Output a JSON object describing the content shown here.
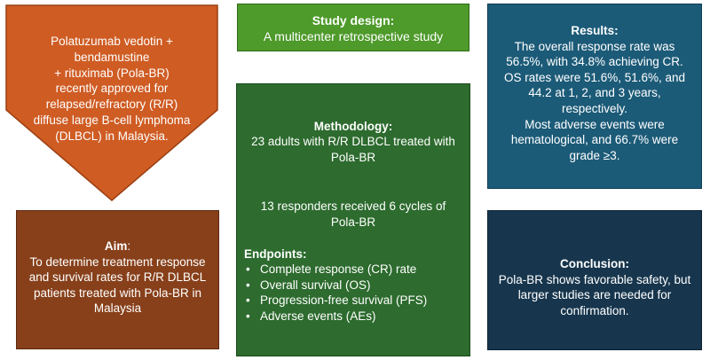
{
  "pentagon": {
    "color": "#cf5c23",
    "lines": [
      "Polatuzumab vedotin +",
      "bendamustine",
      "+ rituximab (Pola-BR)",
      "recently approved for",
      "relapsed/refractory (R/R)",
      "diffuse large B-cell lymphoma",
      "(DLBCL) in Malaysia."
    ]
  },
  "study_design": {
    "title": "Study design:",
    "text": "A multicenter retrospective study"
  },
  "results": {
    "title": "Results:",
    "lines": [
      "The overall response rate was",
      "56.5%, with 34.8% achieving CR.",
      "OS rates were 51.6%, 51.6%, and",
      "44.2 at 1, 2, and 3 years,",
      "respectively.",
      "Most adverse events were",
      "hematological, and 66.7% were",
      "grade ≥3."
    ]
  },
  "methodology": {
    "title": "Methodology:",
    "line1": "23 adults with R/R DLBCL treated with",
    "line2": "Pola-BR",
    "line3": "13 responders received 6 cycles of",
    "line4": "Pola-BR",
    "endpoints_title": "Endpoints:",
    "endpoints": [
      "Complete response (CR) rate",
      "Overall survival (OS)",
      "Progression-free survival (PFS)",
      "Adverse events (AEs)"
    ]
  },
  "aim": {
    "title": "Aim",
    "colon": ":",
    "lines": [
      "To determine treatment response",
      "and survival rates for R/R DLBCL",
      "patients treated with Pola-BR in",
      "Malaysia"
    ]
  },
  "conclusion": {
    "title": "Conclusion:",
    "lines": [
      "Pola-BR shows favorable safety, but",
      "larger studies are needed for",
      "confirmation."
    ]
  }
}
